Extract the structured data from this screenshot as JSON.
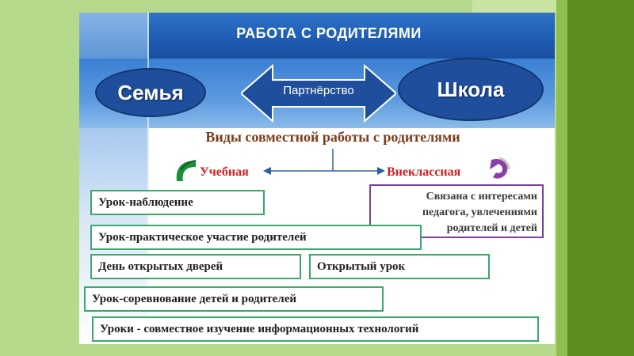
{
  "title": "РАБОТА С РОДИТЕЛЯМИ",
  "left_node": "Семья",
  "right_node": "Школа",
  "arrow_label": "Партнёрство",
  "subtitle": "Виды совместной работы с родителями",
  "branches": {
    "left": "Учебная",
    "right": "Внеклассная"
  },
  "extracurricular_note": [
    "Связана с интересами",
    "педагога, увлечениями",
    "родителей и детей"
  ],
  "activities": [
    "Урок-наблюдение",
    "Урок-практическое участие родителей",
    "День открытых дверей",
    "Открытый урок",
    "Урок-соревнование детей и родителей",
    "Уроки - совместное изучение информационных технологий"
  ],
  "colors": {
    "header_blue": "#1e5bb2",
    "node_fill": "#1f4f9c",
    "subtitle": "#7a3d1b",
    "branch_label": "#d01f1f",
    "box_border": "#39a86a",
    "note_border": "#7b3f9b"
  }
}
